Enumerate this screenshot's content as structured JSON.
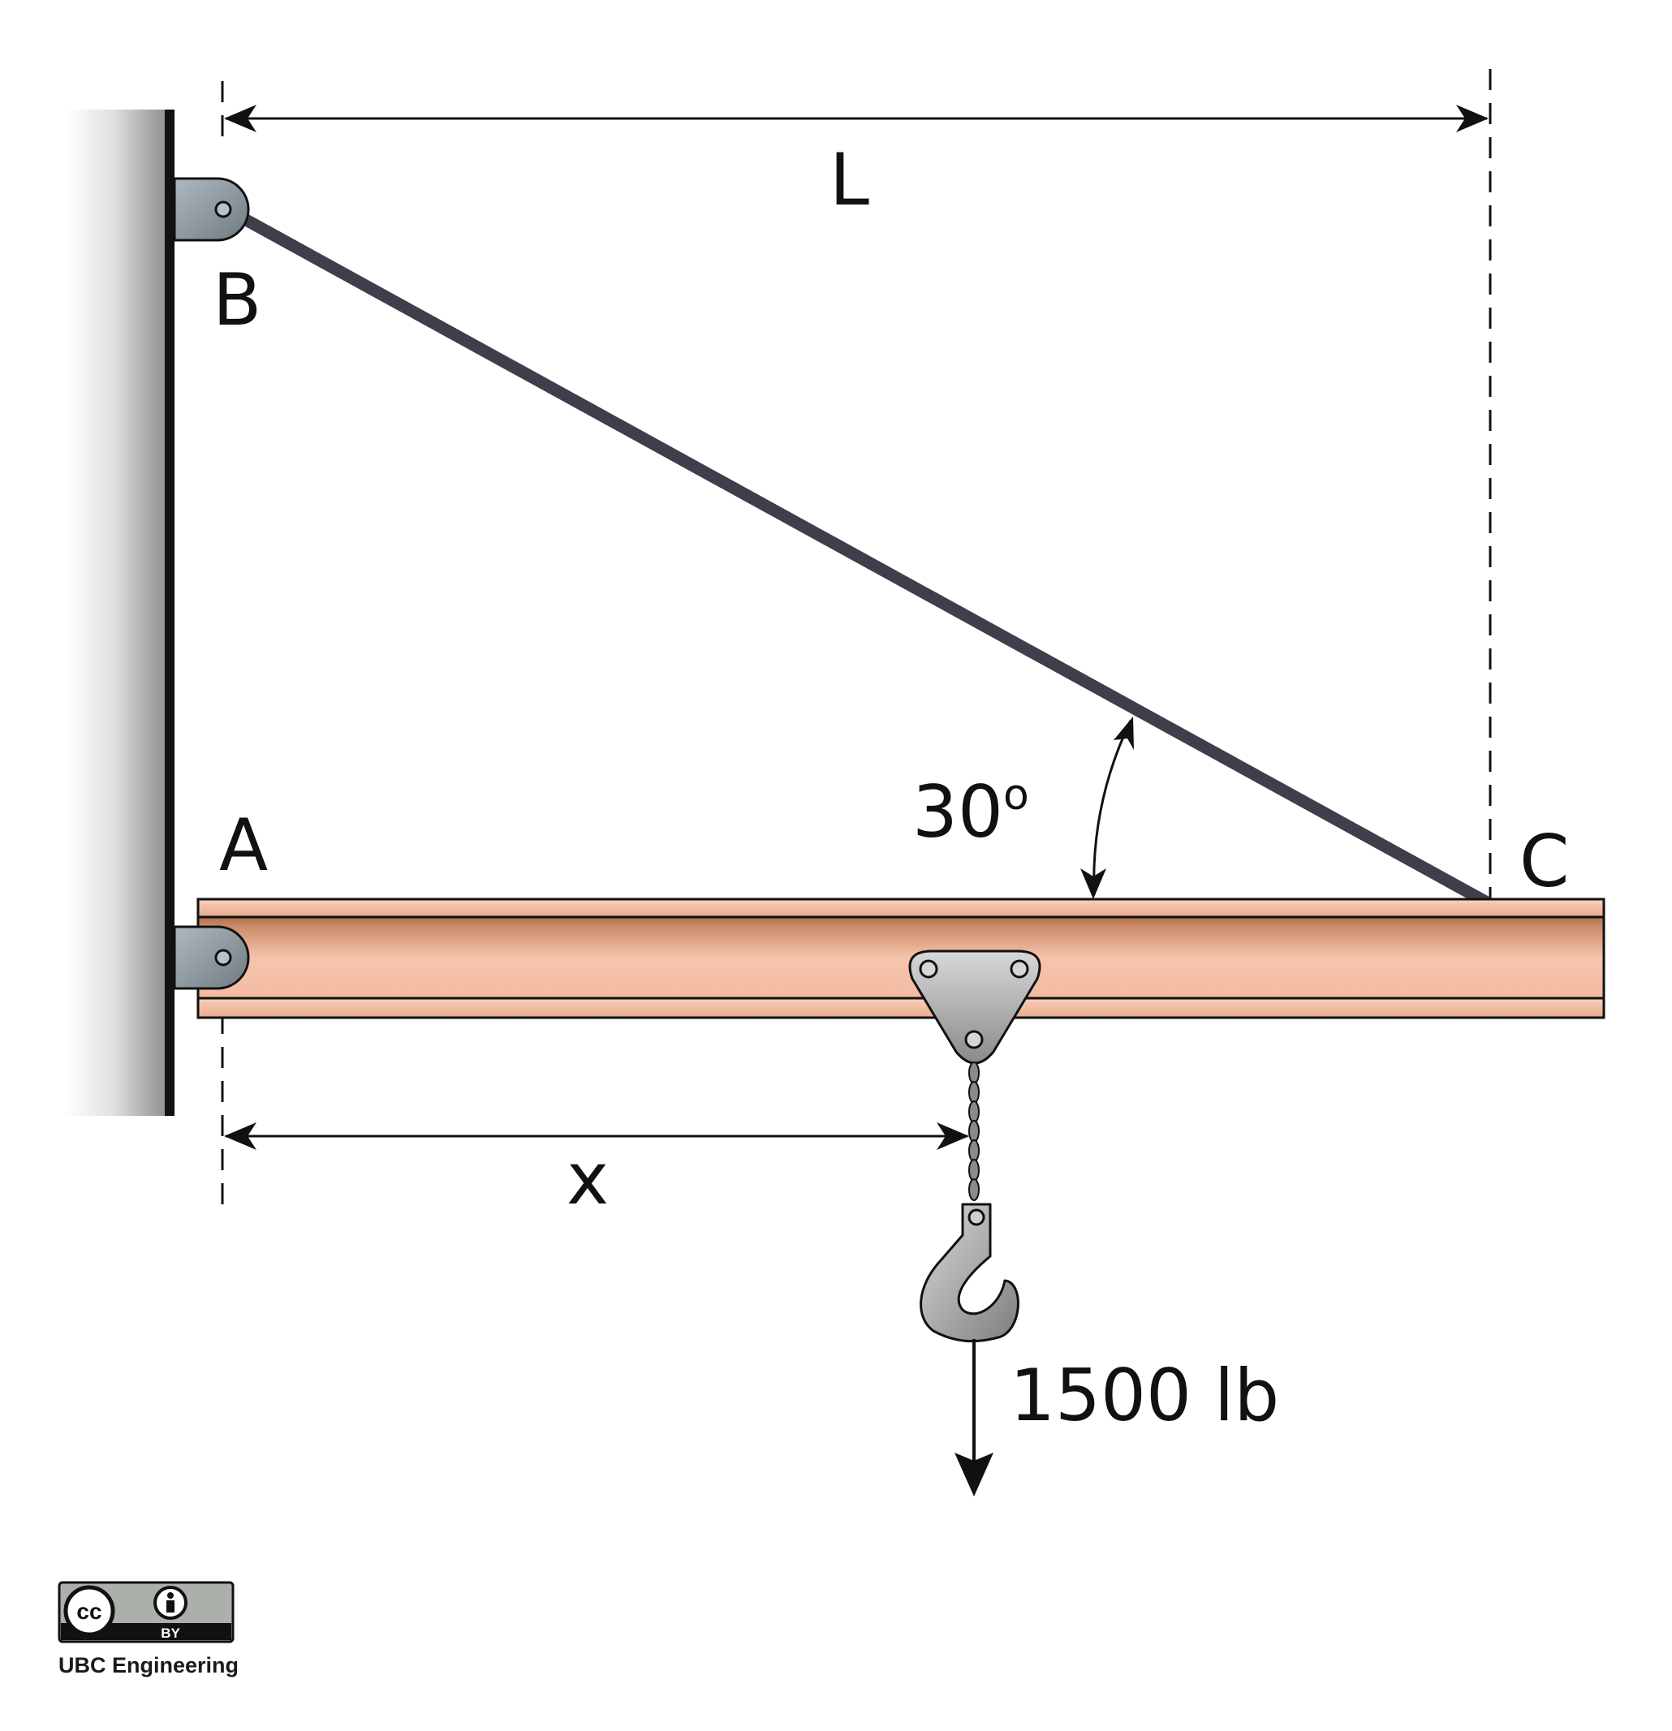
{
  "labels": {
    "point_a": "A",
    "point_b": "B",
    "point_c": "C",
    "length": "L",
    "position": "x",
    "angle_value": "30",
    "angle_unit": "o",
    "load": "1500 lb"
  },
  "badge": {
    "cc": "cc",
    "by": "BY"
  },
  "credit": "UBC Engineering",
  "colors": {
    "wall_dark": "#8c8c8c",
    "cable": "#3f3e4b",
    "beam_light": "#f6c5ad",
    "beam_dark": "#7a3a18",
    "bracket": "#8f9aa0",
    "trolley": "#a6a6a6"
  }
}
